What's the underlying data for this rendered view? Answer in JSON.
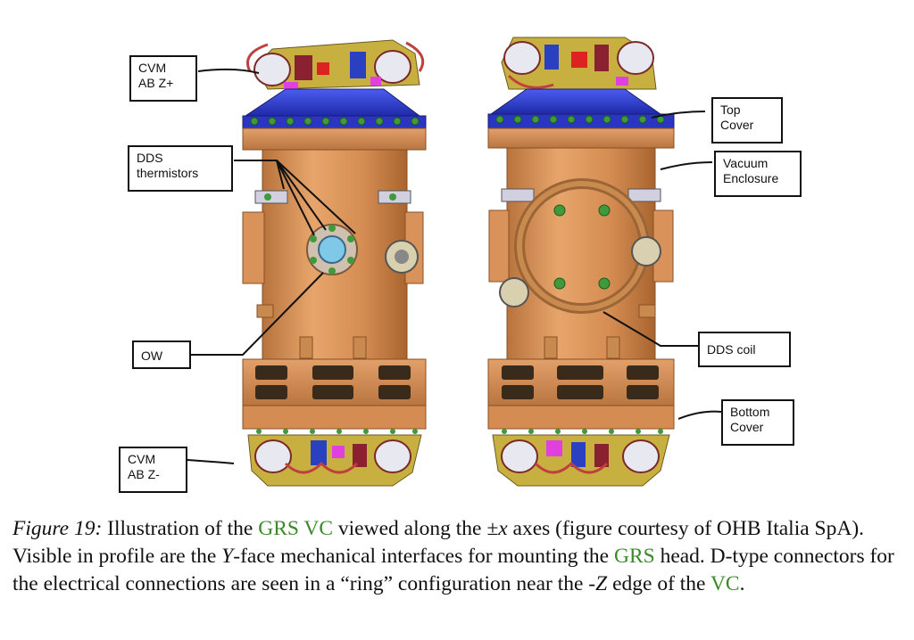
{
  "labels": {
    "cvm_top": "CVM\nAB Z+",
    "dds_thermistors": "DDS\nthermistors",
    "ow": "OW",
    "cvm_bottom": "CVM\nAB Z-",
    "top_cover": "Top\nCover",
    "vacuum_enclosure": "Vacuum\nEnclosure",
    "dds_coil": "DDS coil",
    "bottom_cover": "Bottom\nCover"
  },
  "caption": {
    "figure_label": "Figure 19:",
    "t1": " Illustration of the ",
    "g1": "GRS VC",
    "t2": " viewed along the ",
    "axis": "±x",
    "t3": " axes (figure courtesy of OHB Italia SpA). Visible in profile are the ",
    "yface": "Y",
    "t4": "-face mechanical interfaces for mounting the ",
    "g2": "GRS",
    "t5": " head.  D-type connectors for the electrical connections are seen in a “ring” configuration near the -",
    "zedge": "Z",
    "t6": " edge of the ",
    "g3": "VC",
    "t7": "."
  },
  "colors": {
    "copper": "#d9935a",
    "copper_dark": "#b8733d",
    "blue_flange": "#2f3fd0",
    "green_bolt": "#3f9a3a",
    "electronics_yellow": "#c8b040",
    "caption_green": "#3a8a2a"
  }
}
